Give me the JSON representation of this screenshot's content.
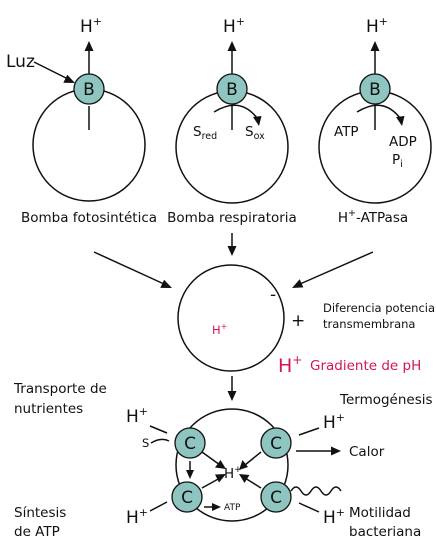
{
  "pumps": {
    "symbol": "B",
    "proton": "H",
    "proton_sup": "+",
    "light_label": "Luz",
    "photo_label": "Bomba fotosintética",
    "resp_label": "Bomba respiratoria",
    "resp_sred_main": "S",
    "resp_sred_sub": "red",
    "resp_sox_main": "S",
    "resp_sox_sub": "ox",
    "atpase_label_main": "H",
    "atpase_label_sup": "+",
    "atpase_label_rest": "-ATPasa",
    "atpase_atp": "ATP",
    "atpase_adp": "ADP",
    "atpase_pi_main": "P",
    "atpase_pi_sub": "i"
  },
  "cell": {
    "minus": "-",
    "plus": "+",
    "inside_h": "H",
    "inside_h_sup": "+",
    "potential_line1": "Diferencia potencial",
    "potential_line2": "transmembrana",
    "gradient_h": "H",
    "gradient_h_sup": "+",
    "gradient_text": "Gradiente de pH"
  },
  "uses": {
    "symbol": "C",
    "transport_line1": "Transporte de",
    "transport_line2": "nutrientes",
    "thermo": "Termogénesis",
    "heat": "Calor",
    "synthesis_line1": "Síntesis",
    "synthesis_line2": "de ATP",
    "motility_line1": "Motilidad",
    "motility_line2": "bacteriana",
    "substrate": "S",
    "atp": "ATP",
    "center_h": "H",
    "center_h_sup": "+",
    "proton": "H",
    "proton_sup": "+"
  },
  "colors": {
    "ball": "#8ec5c1",
    "accent": "#d4145a"
  }
}
